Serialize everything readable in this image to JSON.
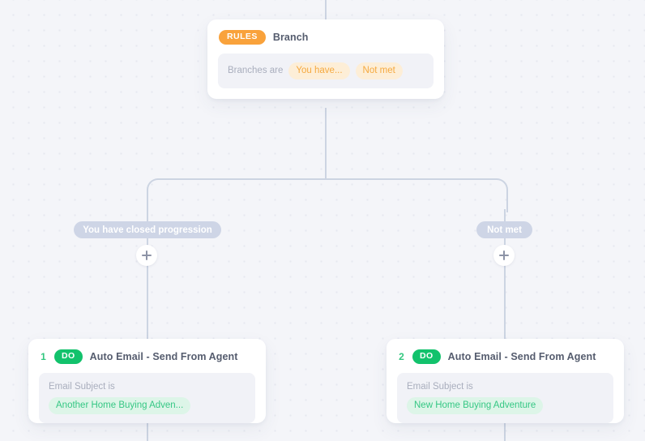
{
  "canvas": {
    "name": "workflow-canvas"
  },
  "rules_card": {
    "badge": "RULES",
    "title": "Branch",
    "condition_label": "Branches are",
    "values": [
      "You have...",
      "Not met"
    ]
  },
  "branches": [
    {
      "label": "You have closed progression",
      "add_icon": "plus-icon"
    },
    {
      "label": "Not met",
      "add_icon": "plus-icon"
    }
  ],
  "action_cards": [
    {
      "step": "1",
      "badge": "DO",
      "title": "Auto Email - Send From Agent",
      "condition_label": "Email Subject is",
      "value": "Another Home Buying Adven..."
    },
    {
      "step": "2",
      "badge": "DO",
      "title": "Auto Email - Send From Agent",
      "condition_label": "Email Subject is",
      "value": "New Home Buying Adventure"
    }
  ],
  "colors": {
    "rules_accent": "#f9a23b",
    "do_accent": "#12c26c",
    "connector": "#ccd4e2",
    "branch_pill": "#ced5e6",
    "canvas_bg": "#f4f5f9"
  }
}
